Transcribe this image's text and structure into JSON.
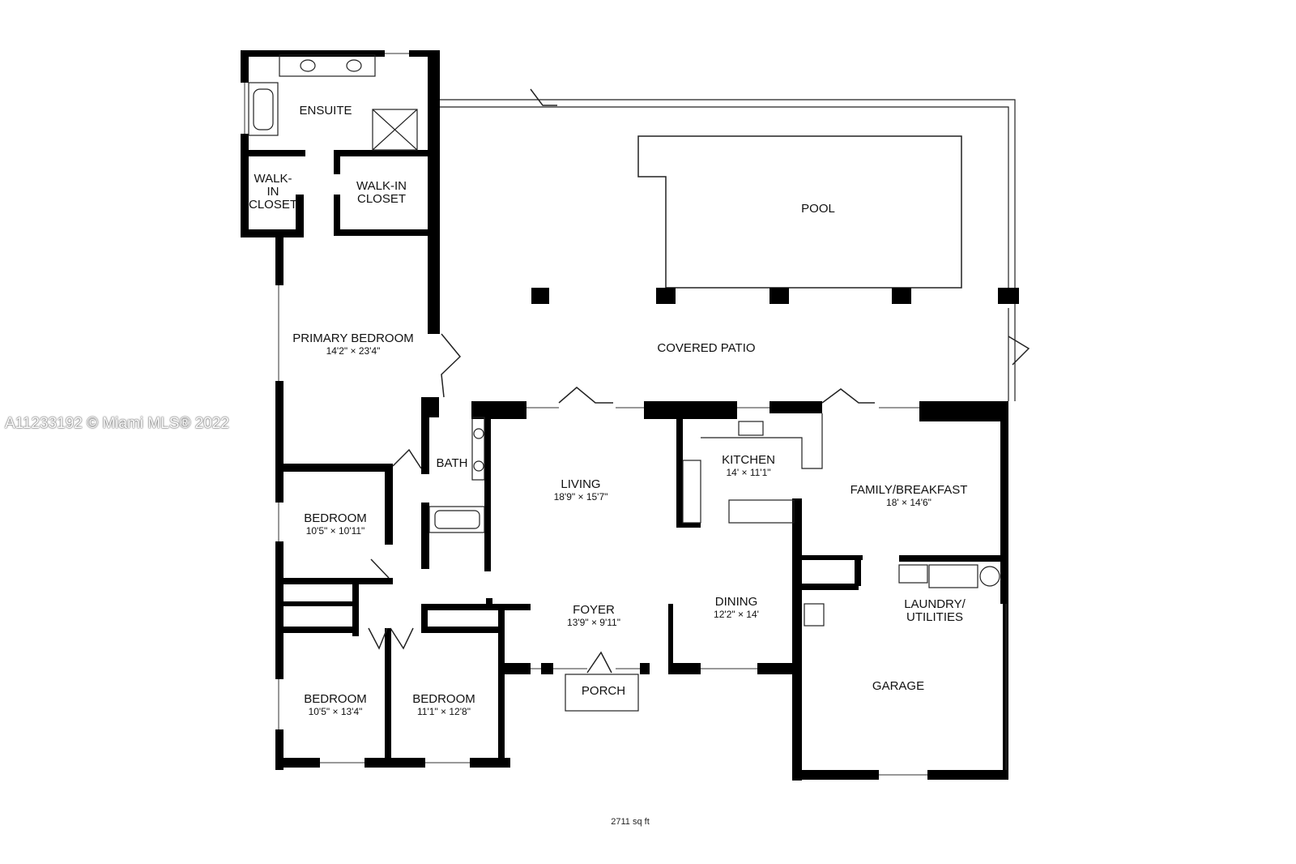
{
  "watermark": "A11233192 © Miami MLS® 2022",
  "total_area": "2711 sq ft",
  "rooms": {
    "ensuite": {
      "name": "ENSUITE"
    },
    "walkin_left": {
      "name": "WALK-\nIN\nCLOSET"
    },
    "walkin_right": {
      "name": "WALK-IN\nCLOSET"
    },
    "pool": {
      "name": "POOL"
    },
    "covered_patio": {
      "name": "COVERED PATIO"
    },
    "primary_bedroom": {
      "name": "PRIMARY BEDROOM",
      "dim": "14'2\" × 23'4\""
    },
    "bath": {
      "name": "BATH"
    },
    "living": {
      "name": "LIVING",
      "dim": "18'9\" × 15'7\""
    },
    "kitchen": {
      "name": "KITCHEN",
      "dim": "14' × 11'1\""
    },
    "family": {
      "name": "FAMILY/BREAKFAST",
      "dim": "18' × 14'6\""
    },
    "bedroom1": {
      "name": "BEDROOM",
      "dim": "10'5\" × 10'11\""
    },
    "foyer": {
      "name": "FOYER",
      "dim": "13'9\" × 9'11\""
    },
    "dining": {
      "name": "DINING",
      "dim": "12'2\" × 14'"
    },
    "laundry": {
      "name": "LAUNDRY/\nUTILITIES"
    },
    "bedroom2": {
      "name": "BEDROOM",
      "dim": "10'5\" × 13'4\""
    },
    "bedroom3": {
      "name": "BEDROOM",
      "dim": "11'1\" × 12'8\""
    },
    "porch": {
      "name": "PORCH"
    },
    "garage": {
      "name": "GARAGE"
    }
  }
}
